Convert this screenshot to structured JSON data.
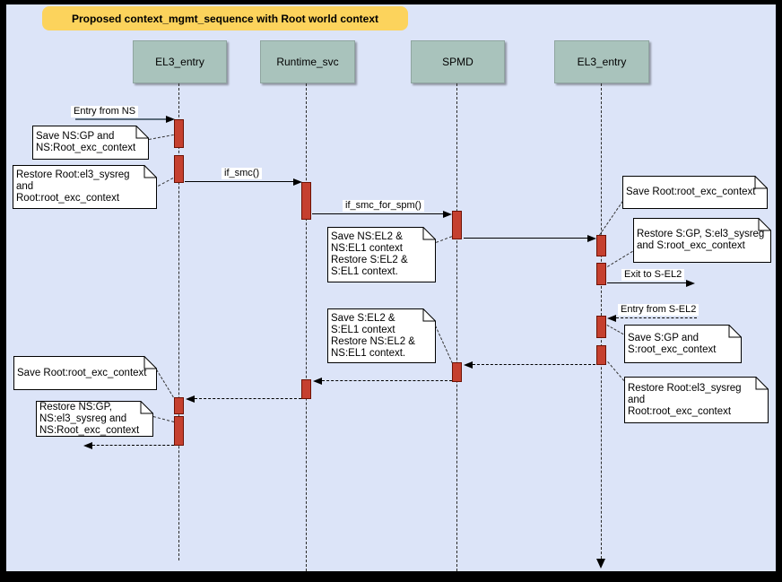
{
  "diagram": {
    "title": "Proposed context_mgmt_sequence with Root world context",
    "lifelines": [
      {
        "label": "EL3_entry"
      },
      {
        "label": "Runtime_svc"
      },
      {
        "label": "SPMD"
      },
      {
        "label": "EL3_entry"
      }
    ],
    "messages": {
      "entry_from_ns": "Entry from NS",
      "if_smc": "if_smc()",
      "if_smc_for_spm": "if_smc_for_spm()",
      "exit_to_s_el2": "Exit to S-EL2",
      "entry_from_s_el2": "Entry from S-EL2"
    },
    "notes": {
      "save_ns_gp": "Save NS:GP and\nNS:Root_exc_context",
      "restore_root_el3_sysreg": "Restore Root:el3_sysreg\nand\nRoot:root_exc_context",
      "save_ns_el2": "Save NS:EL2 &\nNS:EL1 context\nRestore S:EL2 &\nS:EL1 context.",
      "save_root_exc_right": "Save Root:root_exc_context",
      "restore_s_gp": "Restore S:GP, S:el3_sysreg\nand S:root_exc_context",
      "save_s_gp": "Save S:GP and\nS:root_exc_context",
      "restore_root_el3_sysreg_right": "Restore Root:el3_sysreg\nand\nRoot:root_exc_context",
      "save_s_el2": "Save S:EL2 &\nS:EL1 context\nRestore NS:EL2 &\nNS:EL1 context.",
      "save_root_exc_left": "Save Root:root_exc_context",
      "restore_ns_gp": "Restore NS:GP,\nNS:el3_sysreg and\nNS:Root_exc_context"
    },
    "colors": {
      "background": "#dce4f8",
      "frame": "#000000",
      "title_bg": "#fcd35c",
      "lifeline_head_bg": "#a9c3bc",
      "activation_fill": "#c5402f",
      "activation_border": "#6e1204",
      "note_bg": "#ffffff"
    }
  }
}
